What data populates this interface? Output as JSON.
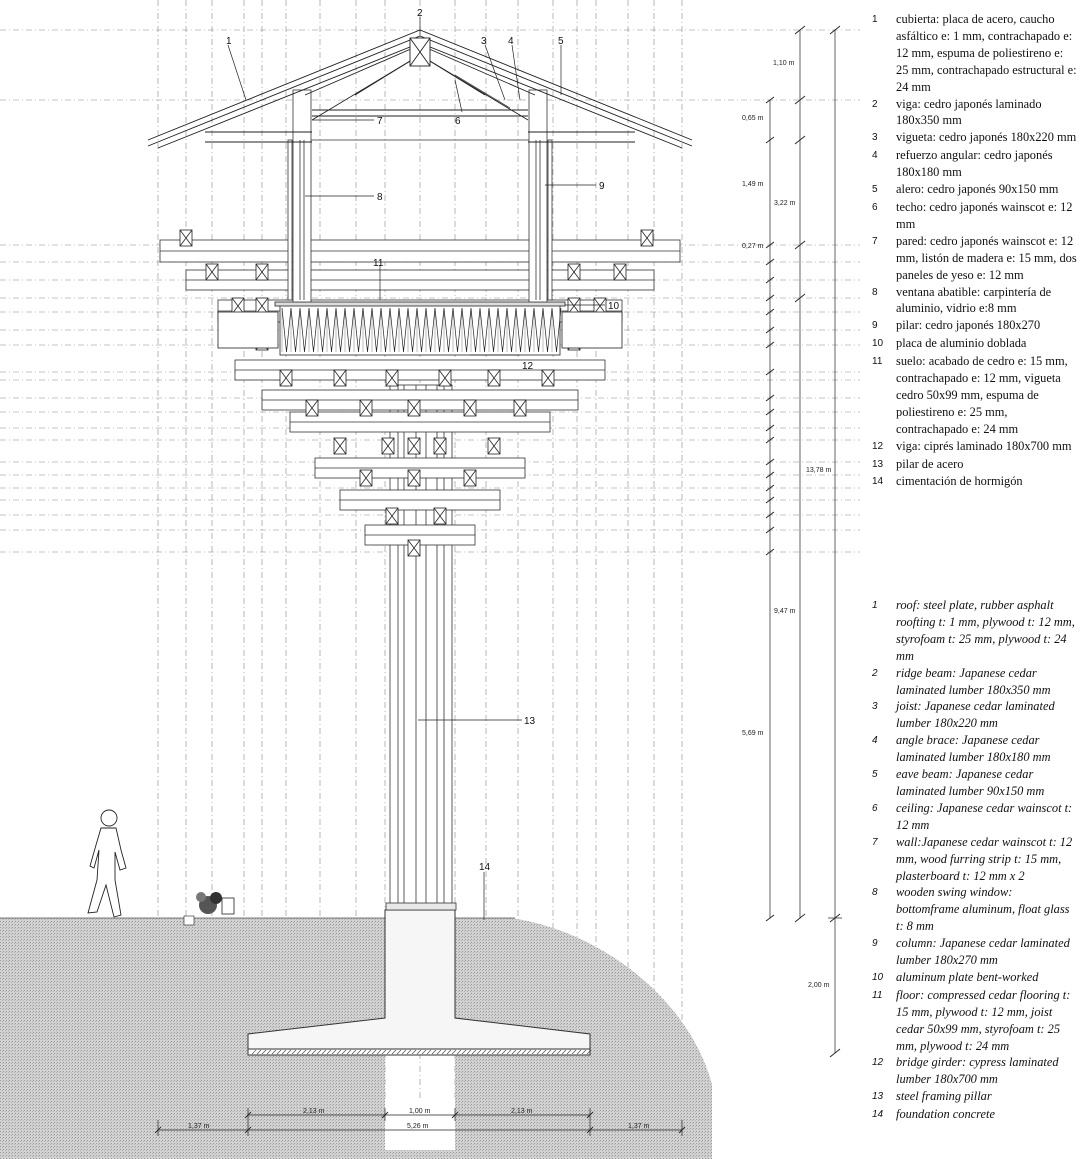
{
  "callouts": [
    "1",
    "2",
    "3",
    "4",
    "5",
    "6",
    "7",
    "8",
    "9",
    "10",
    "11",
    "12",
    "13",
    "14"
  ],
  "dimensions_right": {
    "roof_height": "1,10 m",
    "eave": "0,65 m",
    "window": "1,49 m",
    "upper_total": "3,22 m",
    "floor": "0,27 m",
    "total": "13,78 m",
    "structure": "9,47 m",
    "column": "5,69 m",
    "foundation": "2,00 m"
  },
  "dimensions_bottom": {
    "left_outer": "1,37 m",
    "left_inner": "2,13 m",
    "center": "1,00 m",
    "right_inner": "2,13 m",
    "span": "5,26 m",
    "right_outer": "1,37 m"
  },
  "legend_es": [
    {
      "num": "1",
      "text": "cubierta: placa de acero, caucho asfáltico e: 1 mm, contrachapado e: 12 mm, espuma de poliestireno e: 25 mm, contrachapado estructural e: 24 mm"
    },
    {
      "num": "2",
      "text": "viga: cedro japonés laminado 180x350 mm"
    },
    {
      "num": "3",
      "text": "vigueta: cedro japonés 180x220 mm"
    },
    {
      "num": "4",
      "text": "refuerzo angular: cedro japonés 180x180 mm"
    },
    {
      "num": "5",
      "text": "alero: cedro japonés 90x150 mm"
    },
    {
      "num": "6",
      "text": "techo: cedro japonés wainscot e: 12 mm"
    },
    {
      "num": "7",
      "text": "pared: cedro japonés wainscot e: 12 mm, listón de madera e: 15 mm, dos paneles de yeso e: 12 mm"
    },
    {
      "num": "8",
      "text": "ventana abatible: carpintería de aluminio, vidrio e:8 mm"
    },
    {
      "num": "9",
      "text": "pilar: cedro japonés 180x270"
    },
    {
      "num": "10",
      "text": "placa de aluminio doblada"
    },
    {
      "num": "11",
      "text": "suelo: acabado de cedro e: 15 mm, contrachapado e: 12 mm, vigueta cedro 50x99 mm, espuma de poliestireno e: 25 mm, contrachapado e: 24 mm"
    },
    {
      "num": "12",
      "text": "viga: ciprés laminado 180x700 mm"
    },
    {
      "num": "13",
      "text": "pilar de acero"
    },
    {
      "num": "14",
      "text": "cimentación de hormigón"
    }
  ],
  "legend_en": [
    {
      "num": "1",
      "text": "roof: steel plate, rubber asphalt roofting t: 1 mm, plywood t: 12 mm, styrofoam t: 25 mm, plywood t: 24 mm"
    },
    {
      "num": "2",
      "text": "ridge beam: Japanese cedar laminated lumber 180x350 mm"
    },
    {
      "num": "3",
      "text": "joist: Japanese cedar laminated lumber 180x220 mm"
    },
    {
      "num": "4",
      "text": "angle brace: Japanese cedar laminated lumber 180x180 mm"
    },
    {
      "num": "5",
      "text": "eave beam: Japanese cedar laminated lumber 90x150 mm"
    },
    {
      "num": "6",
      "text": "ceiling: Japanese cedar wainscot t: 12 mm"
    },
    {
      "num": "7",
      "text": "wall:Japanese cedar wainscot t: 12 mm, wood furring strip t: 15 mm, plasterboard t: 12 mm x 2"
    },
    {
      "num": "8",
      "text": "wooden swing window: bottomframe aluminum, float glass t: 8 mm"
    },
    {
      "num": "9",
      "text": "column: Japanese cedar laminated lumber 180x270 mm"
    },
    {
      "num": "10",
      "text": "aluminum plate bent-worked"
    },
    {
      "num": "11",
      "text": "floor: compressed cedar flooring t: 15 mm, plywood t: 12 mm, joist cedar 50x99 mm, styrofoam t: 25 mm, plywood t: 24 mm"
    },
    {
      "num": "12",
      "text": "bridge girder: cypress laminated lumber 180x700 mm"
    },
    {
      "num": "13",
      "text": "steel framing pillar"
    },
    {
      "num": "14",
      "text": "foundation concrete"
    }
  ]
}
